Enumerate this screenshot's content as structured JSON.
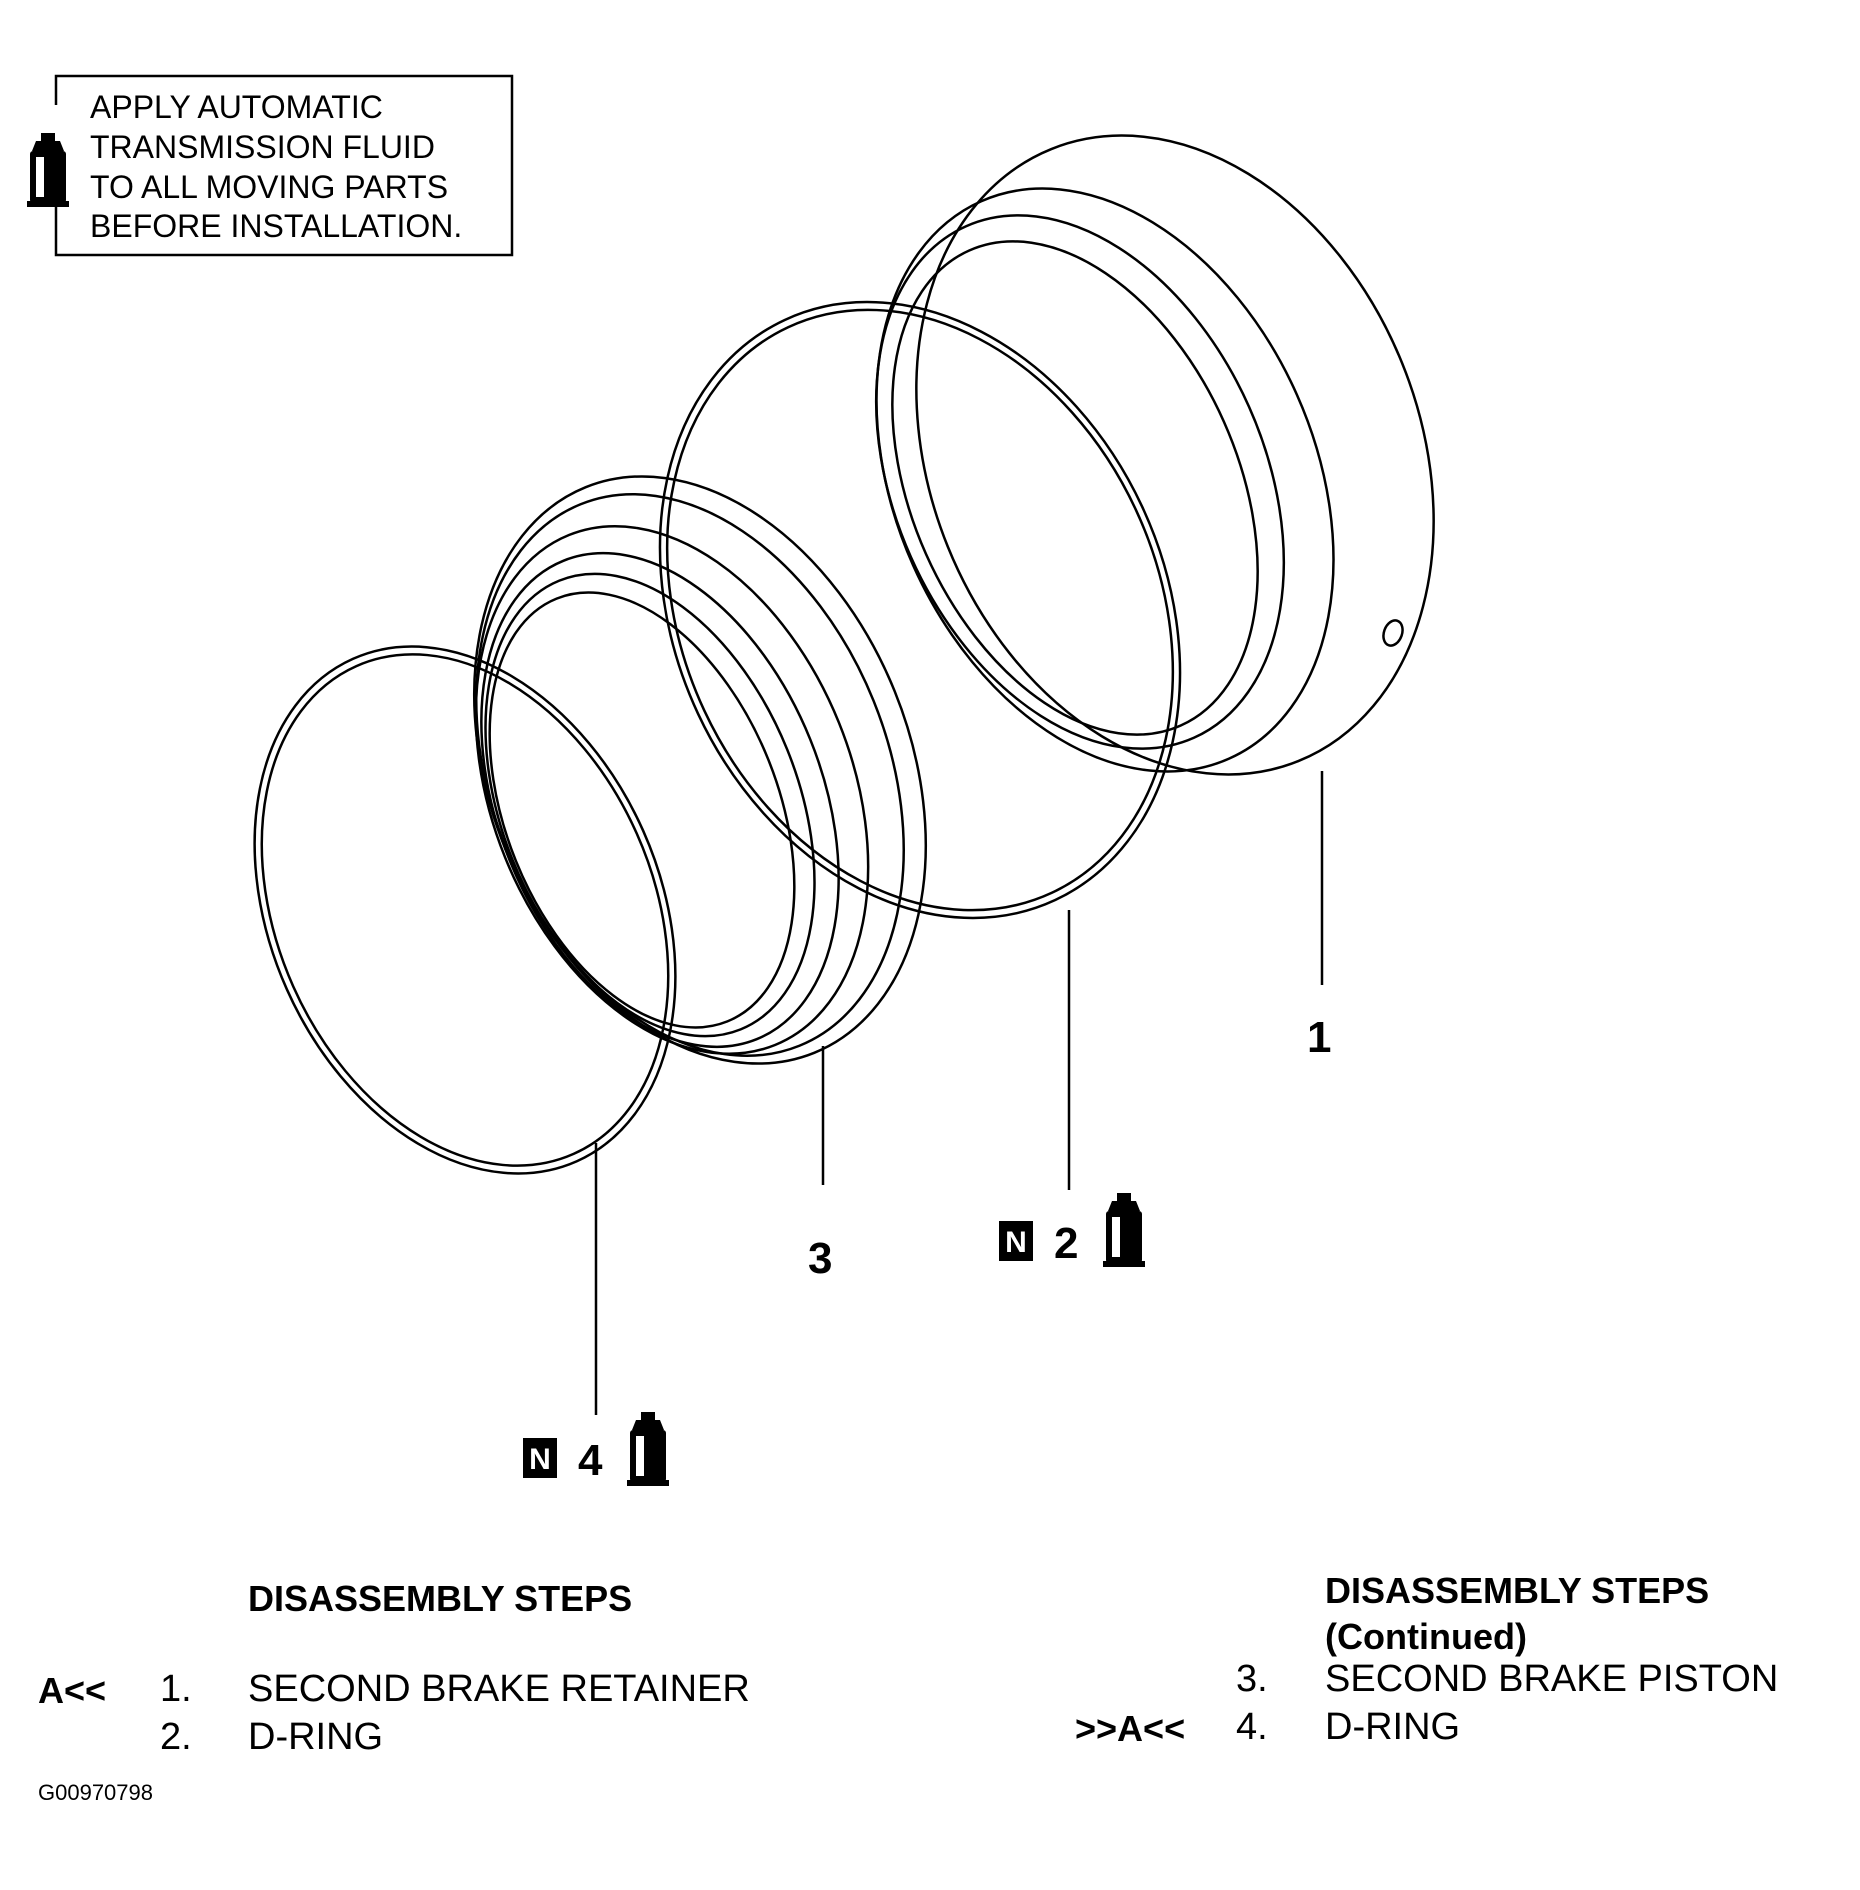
{
  "note": {
    "lines": [
      "APPLY AUTOMATIC",
      "TRANSMISSION FLUID",
      "TO ALL MOVING PARTS",
      "BEFORE INSTALLATION."
    ],
    "icon": "fluid-bottle-icon"
  },
  "callouts": {
    "part1": "1",
    "part2": "2",
    "part3": "3",
    "part4": "4",
    "n_mark": "N"
  },
  "steps_left": {
    "title": "DISASSEMBLY STEPS",
    "items": [
      {
        "mark": "A<<",
        "num": "1.",
        "label": "SECOND BRAKE RETAINER"
      },
      {
        "mark": "",
        "num": "2.",
        "label": "D-RING"
      }
    ]
  },
  "steps_right": {
    "title_line1": "DISASSEMBLY STEPS",
    "title_line2": "(Continued)",
    "items": [
      {
        "mark": "",
        "num": "3.",
        "label": "SECOND BRAKE PISTON"
      },
      {
        "mark": ">>A<<",
        "num": "4.",
        "label": "D-RING"
      }
    ]
  },
  "figure_id": "G00970798"
}
